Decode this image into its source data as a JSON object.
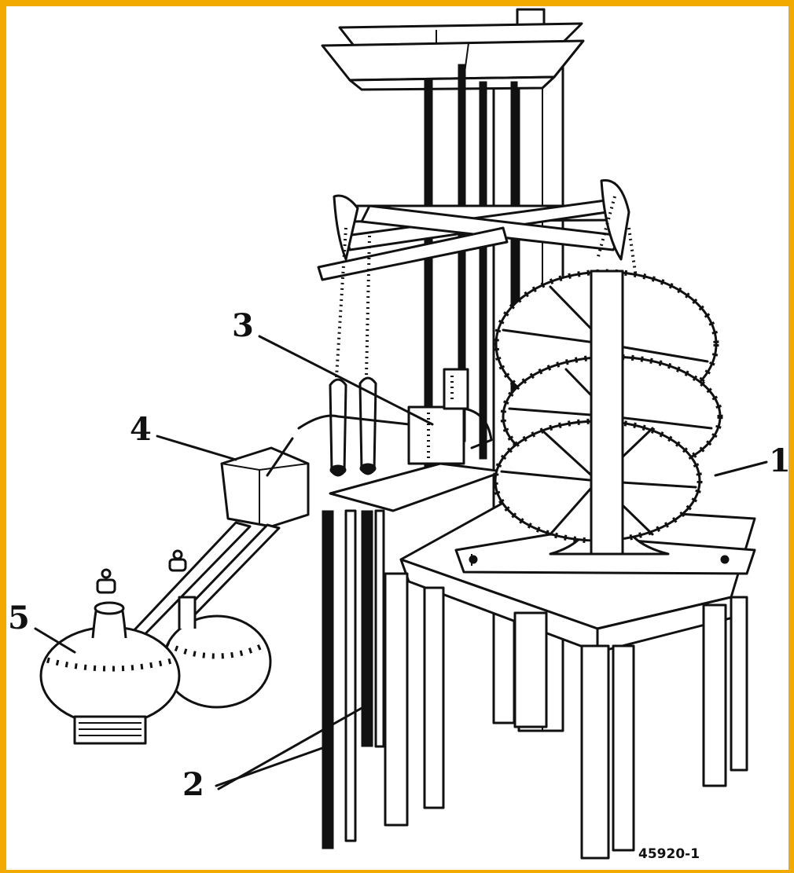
{
  "colors": {
    "frame": "#f2a900",
    "ink": "#111111",
    "paper": "#ffffff"
  },
  "labels": {
    "l1": "1",
    "l2": "2",
    "l3": "3",
    "l4": "4",
    "l5": "5"
  },
  "catalog_number": "45920-1"
}
